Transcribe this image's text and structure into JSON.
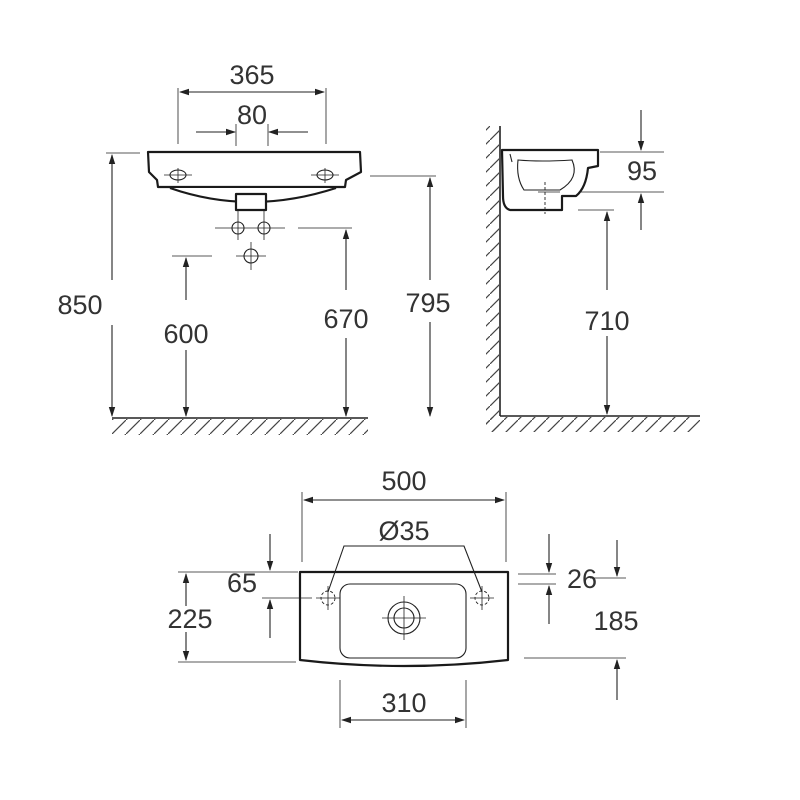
{
  "colors": {
    "line": "#222222",
    "text": "#333333",
    "background": "#ffffff"
  },
  "front_view": {
    "width_top": "365",
    "tap_spacing": "80",
    "height_total": "850",
    "height_waste": "600",
    "height_trap": "670",
    "height_rim": "795"
  },
  "side_view": {
    "basin_depth": "95",
    "height_underside": "710"
  },
  "plan_view": {
    "width": "500",
    "tap_hole_diameter": "Ø35",
    "tap_offset": "65",
    "depth_total": "225",
    "rim_width": "26",
    "bowl_depth": "185",
    "bowl_width": "310"
  }
}
